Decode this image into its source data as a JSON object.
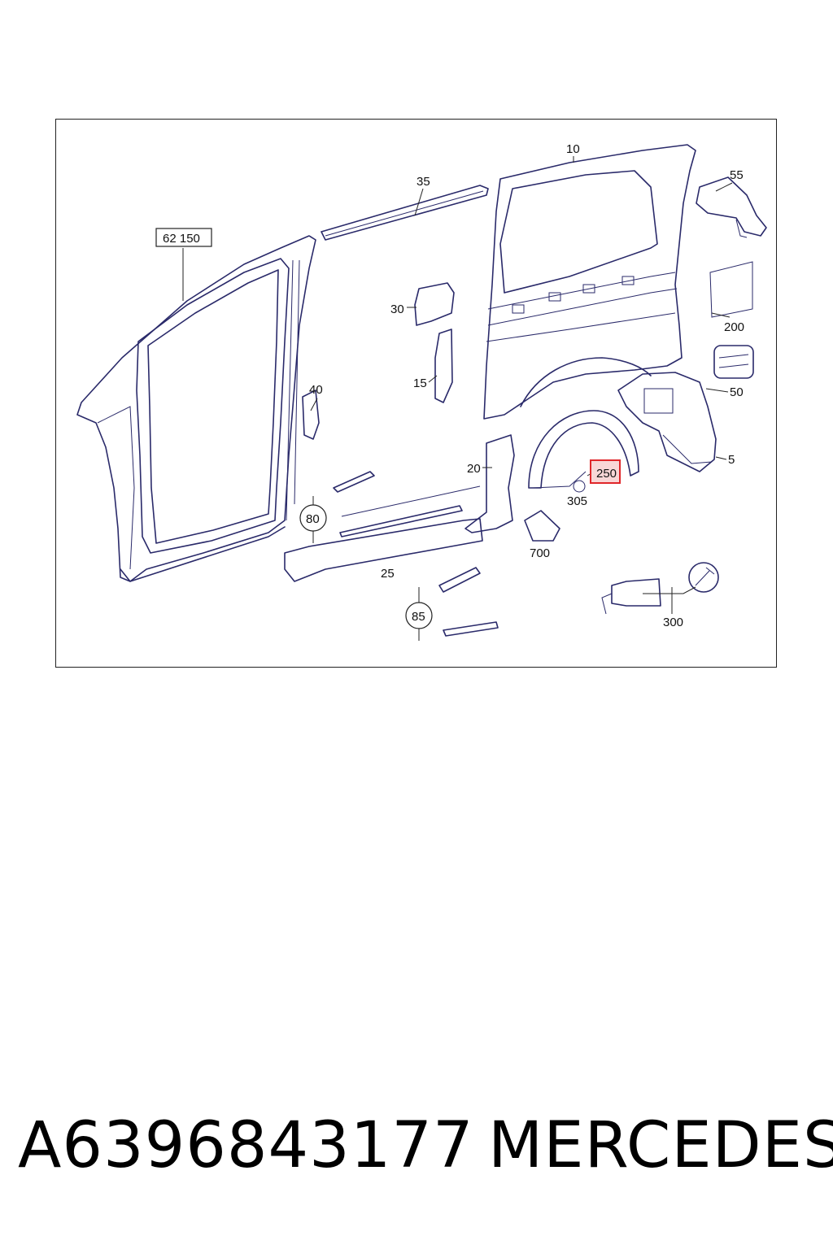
{
  "diagram": {
    "callouts": [
      {
        "id": "ref-62150",
        "text": "62 150",
        "boxed": true
      },
      {
        "id": "c35",
        "text": "35"
      },
      {
        "id": "c10",
        "text": "10"
      },
      {
        "id": "c55",
        "text": "55"
      },
      {
        "id": "c30",
        "text": "30"
      },
      {
        "id": "c200",
        "text": "200"
      },
      {
        "id": "c15",
        "text": "15"
      },
      {
        "id": "c40",
        "text": "40"
      },
      {
        "id": "c50",
        "text": "50"
      },
      {
        "id": "c5",
        "text": "5"
      },
      {
        "id": "c20",
        "text": "20"
      },
      {
        "id": "c250",
        "text": "250",
        "highlighted": true
      },
      {
        "id": "c305",
        "text": "305"
      },
      {
        "id": "c80",
        "text": "80",
        "circled": true
      },
      {
        "id": "c700",
        "text": "700"
      },
      {
        "id": "c25",
        "text": "25"
      },
      {
        "id": "c85",
        "text": "85",
        "circled": true
      },
      {
        "id": "c300",
        "text": "300"
      }
    ],
    "line_color": "#2a2a6a",
    "highlight_color": "#e0262a",
    "highlight_fill": "#f8d6d6"
  },
  "footer": {
    "part_number": "A6396843177",
    "brand": "MERCEDES"
  }
}
